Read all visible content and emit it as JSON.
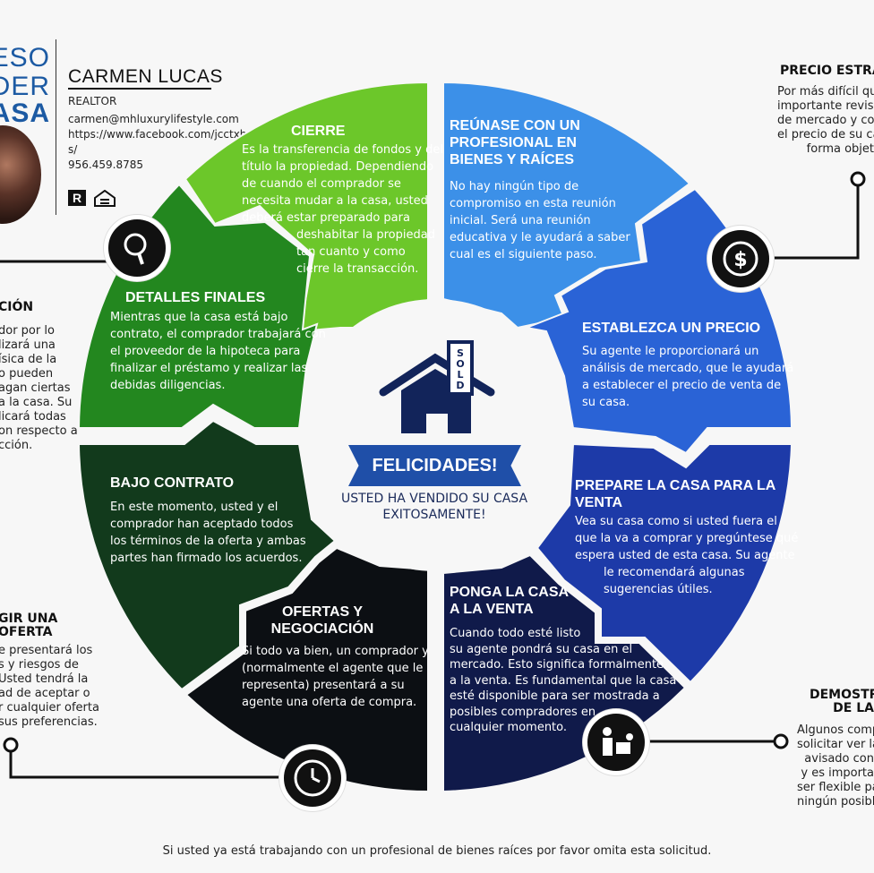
{
  "header": {
    "title_line1": "CESO",
    "title_line2": "NDER",
    "title_line3": "CASA",
    "agent_name": "CARMEN LUCAS",
    "agent_role": "REALTOR",
    "email": "carmen@mhluxurylifestyle.com",
    "website": "https://www.facebook.com/jcctxhome",
    "website_cont": "s/",
    "phone": "956.459.8785"
  },
  "right_side": {
    "precio_title": "PRECIO ESTRA",
    "precio_body": [
      "Por más difícil qu",
      "importante revisar",
      "de mercado y co",
      "el precio de su ca",
      "forma objet"
    ],
    "demo_title": [
      "DEMOSTR",
      "DE LA"
    ],
    "demo_body": [
      "Algunos comp",
      "solicitar ver la",
      "avisado con",
      "y es importa",
      "ser flexible pa",
      "ningún posibl"
    ]
  },
  "left_side": {
    "insp_title": "CIÓN",
    "insp_body": [
      "dor por lo",
      "lizará una",
      "ísica de la",
      "o pueden",
      "agan ciertas",
      "a la casa. Su",
      "licará todas",
      "on respecto a",
      "cción."
    ],
    "oferta_title": [
      "GIR UNA",
      "OFERTA"
    ],
    "oferta_body": [
      "e presentará los",
      "s y riesgos de",
      "Usted tendrá la",
      "ad de aceptar o",
      "r cualquier oferta",
      "sus preferencias."
    ]
  },
  "segments": {
    "cierre": {
      "title": "CIERRE",
      "body": [
        "Es la transferencia de fondos y del",
        "título la propiedad. Dependiendo",
        "de cuando el comprador se",
        "necesita mudar a la casa, usted",
        "deberá estar preparado para"
      ],
      "body2": [
        "deshabitar la propiedad",
        "tan cuanto y como",
        "cierre la transacción."
      ]
    },
    "reunase": {
      "title": [
        "REÚNASE CON UN",
        "PROFESIONAL EN",
        "BIENES Y RAÍCES"
      ],
      "body": [
        "No hay ningún tipo de",
        "compromiso en esta reunión",
        "inicial. Será una reunión",
        "educativa y le ayudará a saber",
        "cual es el siguiente paso."
      ]
    },
    "detalles": {
      "title": "DETALLES FINALES",
      "body": [
        "Mientras que la casa está bajo",
        "contrato, el comprador trabajará con",
        "el proveedor de la hipoteca para",
        "finalizar el préstamo y realizar las",
        "debidas diligencias."
      ]
    },
    "precio": {
      "title": "ESTABLEZCA UN PRECIO",
      "body": [
        "Su agente le proporcionará un",
        "análisis de mercado, que le ayudará",
        "a establecer el precio de venta de",
        "su casa."
      ]
    },
    "bajo": {
      "title": "BAJO CONTRATO",
      "body": [
        "En este momento, usted y el",
        "comprador han aceptado todos",
        "los términos de la oferta y ambas",
        "partes han firmado los acuerdos."
      ]
    },
    "prepare": {
      "title": [
        "PREPARE LA CASA PARA LA",
        "VENTA"
      ],
      "body": [
        "Vea su casa como si usted fuera el",
        "que la va a comprar y pregúntese qué",
        "espera usted de esta casa. Su agente"
      ],
      "body2": [
        "le recomendará algunas",
        "sugerencias útiles."
      ]
    },
    "ofertas": {
      "title": [
        "OFERTAS Y",
        "NEGOCIACIÓN"
      ],
      "body": [
        "Si todo va bien, un comprador y",
        "(normalmente el agente que le",
        "representa) presentará a su",
        "agente una oferta de compra."
      ]
    },
    "ponga": {
      "title": [
        "PONGA LA CASA",
        "A LA VENTA"
      ],
      "body": [
        "Cuando todo esté listo",
        "su agente pondrá su casa en el",
        "mercado. Esto significa formalmente",
        "a la venta. Es fundamental que la casa",
        "esté disponible para ser mostrada a",
        "posibles compradores en",
        "cualquier momento."
      ]
    }
  },
  "center": {
    "sign": "SOLD",
    "banner": "FELICIDADES!",
    "sub_line1": "USTED HA VENDIDO SU CASA",
    "sub_line2": "EXITOSAMENTE!"
  },
  "icons": [
    "magnifier-icon",
    "dollar-icon",
    "clock-icon",
    "showing-icon",
    "realtor-logo",
    "equal-housing-logo"
  ],
  "colors": {
    "cierre": "#6cc72a",
    "detalles": "#23871f",
    "bajo": "#123a1c",
    "ofertas": "#0c0f13",
    "reunase": "#3c90e8",
    "precio": "#2a63d6",
    "prepare": "#1d3aa8",
    "ponga": "#101a4a"
  },
  "footer": "Si usted ya está trabajando con un profesional de bienes raíces por favor omita esta solicitud."
}
